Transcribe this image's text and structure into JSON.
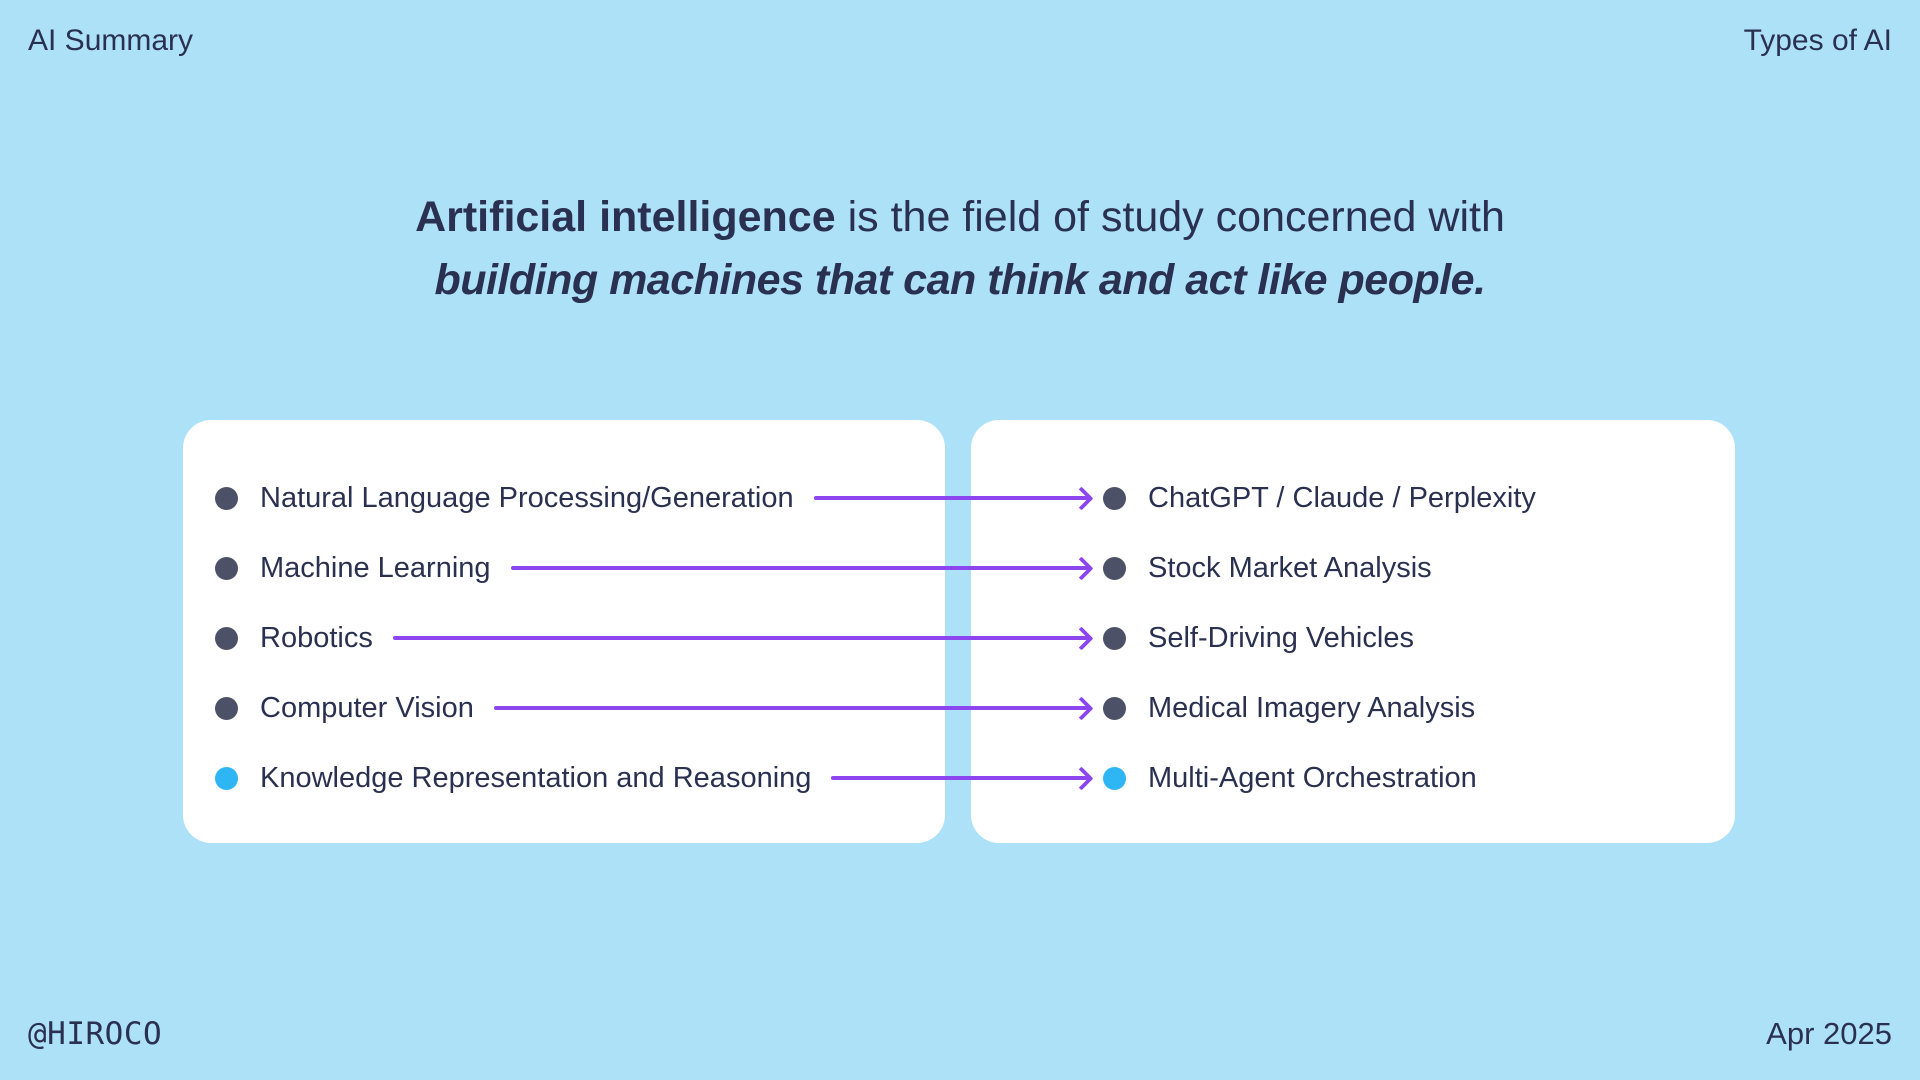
{
  "colors": {
    "background": "#ade1f8",
    "card": "#ffffff",
    "text": "#2a3050",
    "dot_dark": "#4d5168",
    "dot_blue": "#2eb5f3",
    "arrow": "#8b46f0"
  },
  "header": {
    "left_label": "AI Summary",
    "right_label": "Types of AI"
  },
  "heading": {
    "bold_lead": "Artificial intelligence",
    "line1_rest": " is the field of study concerned with",
    "line2": "building machines that can think and act like people."
  },
  "diagram": {
    "rows": [
      {
        "left": "Natural Language Processing/Generation",
        "right": "ChatGPT / Claude / Perplexity",
        "dot": "dark"
      },
      {
        "left": "Machine Learning",
        "right": "Stock Market Analysis",
        "dot": "dark"
      },
      {
        "left": "Robotics",
        "right": "Self-Driving Vehicles",
        "dot": "dark"
      },
      {
        "left": "Computer Vision",
        "right": "Medical Imagery Analysis",
        "dot": "dark"
      },
      {
        "left": "Knowledge Representation and Reasoning",
        "right": "Multi-Agent Orchestration",
        "dot": "blue"
      }
    ]
  },
  "footer": {
    "left_label": "@HIROCO",
    "right_label": "Apr 2025"
  }
}
